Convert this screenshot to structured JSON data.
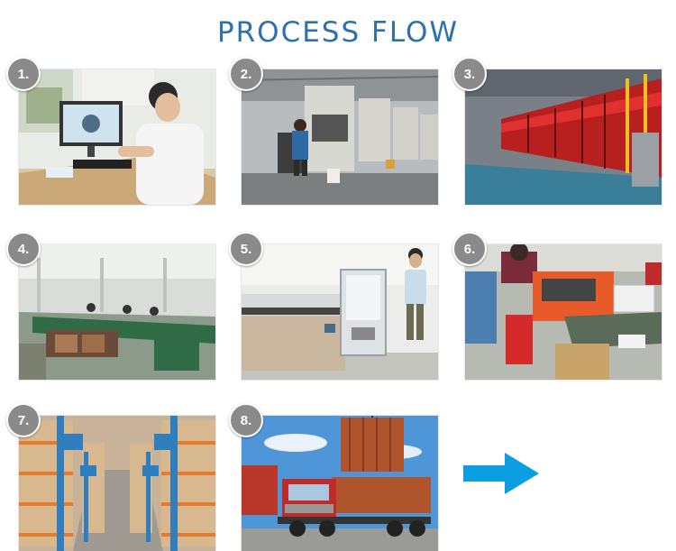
{
  "title": "PROCESS FLOW",
  "steps": [
    {
      "label": "1.",
      "scene": "office-design-icon"
    },
    {
      "label": "2.",
      "scene": "stamping-press-icon"
    },
    {
      "label": "3.",
      "scene": "plating-line-icon"
    },
    {
      "label": "4.",
      "scene": "assembly-line-icon"
    },
    {
      "label": "5.",
      "scene": "testing-machine-icon"
    },
    {
      "label": "6.",
      "scene": "packing-station-icon"
    },
    {
      "label": "7.",
      "scene": "warehouse-icon"
    },
    {
      "label": "8.",
      "scene": "shipping-truck-icon"
    }
  ],
  "next_arrow": {
    "color": "#0b9ee0",
    "icon": "arrow-right-icon"
  }
}
